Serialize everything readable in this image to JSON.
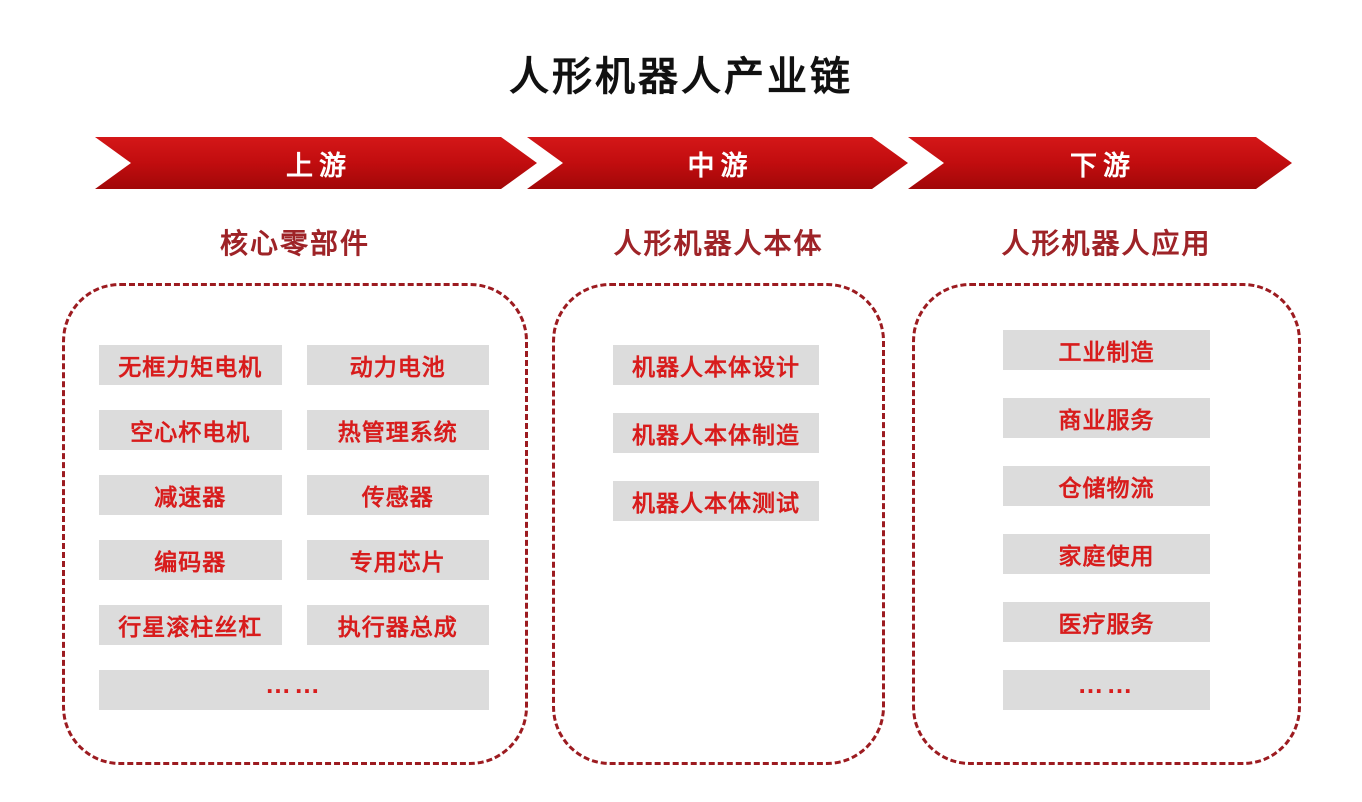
{
  "title": "人形机器人产业链",
  "stages": [
    {
      "banner": "上游",
      "heading": "核心零部件",
      "items": [
        "无框力矩电机",
        "动力电池",
        "空心杯电机",
        "热管理系统",
        "减速器",
        "传感器",
        "编码器",
        "专用芯片",
        "行星滚柱丝杠",
        "执行器总成"
      ],
      "ellipsis": "……"
    },
    {
      "banner": "中游",
      "heading": "人形机器人本体",
      "items": [
        "机器人本体设计",
        "机器人本体制造",
        "机器人本体测试"
      ]
    },
    {
      "banner": "下游",
      "heading": "人形机器人应用",
      "items": [
        "工业制造",
        "商业服务",
        "仓储物流",
        "家庭使用",
        "医疗服务"
      ],
      "ellipsis": "……"
    }
  ],
  "colors": {
    "banner_red": "#c20d0f",
    "banner_red_dark": "#a10708",
    "heading_red": "#9e2327",
    "item_text_red": "#d81c1c",
    "item_bg_gray": "#dcdcdc",
    "dashed_border_red": "#9c1b20",
    "title_black": "#111111",
    "background": "#ffffff"
  }
}
